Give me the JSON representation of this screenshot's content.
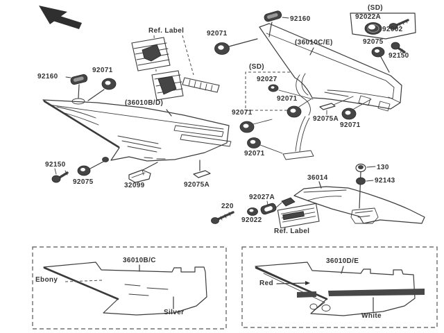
{
  "colors": {
    "paper": "#ffffff",
    "ink": "#3a3a3a",
    "label_text": "#323232",
    "dark_fill": "#454545",
    "stripe": "#474747"
  },
  "diagram": {
    "callouts": [
      {
        "id": "ref-label-top",
        "text": "Ref. Label"
      },
      {
        "id": "92071-top",
        "text": "92071"
      },
      {
        "id": "92160-top",
        "text": "92160"
      },
      {
        "id": "sd-top",
        "text": "(SD)"
      },
      {
        "id": "92022a",
        "text": "92022A"
      },
      {
        "id": "92002",
        "text": "92002"
      },
      {
        "id": "92075-right",
        "text": "92075"
      },
      {
        "id": "92150-right",
        "text": "92150"
      },
      {
        "id": "36010ce",
        "text": "(36010C/E)"
      },
      {
        "id": "sd-mid",
        "text": "(SD)"
      },
      {
        "id": "92027",
        "text": "92027"
      },
      {
        "id": "92160-left",
        "text": "92160"
      },
      {
        "id": "92071-left",
        "text": "92071"
      },
      {
        "id": "36010bd",
        "text": "(36010B/D)"
      },
      {
        "id": "92071-mid",
        "text": "92071"
      },
      {
        "id": "92071-midleft",
        "text": "92071"
      },
      {
        "id": "92075a-mid",
        "text": "92075A"
      },
      {
        "id": "92071-right",
        "text": "92071"
      },
      {
        "id": "92071-bottommid",
        "text": "92071"
      },
      {
        "id": "92150-left",
        "text": "92150"
      },
      {
        "id": "92075-left",
        "text": "92075"
      },
      {
        "id": "32099",
        "text": "32099"
      },
      {
        "id": "92075a-bottom",
        "text": "92075A"
      },
      {
        "id": "130",
        "text": "130"
      },
      {
        "id": "92143",
        "text": "92143"
      },
      {
        "id": "36014",
        "text": "36014"
      },
      {
        "id": "92027a",
        "text": "92027A"
      },
      {
        "id": "220",
        "text": "220"
      },
      {
        "id": "92022",
        "text": "92022"
      },
      {
        "id": "ref-label-bottom",
        "text": "Ref. Label"
      }
    ],
    "variant_boxes": [
      {
        "part_label": "36010B/C",
        "finishes": [
          "Ebony",
          "Silver"
        ]
      },
      {
        "part_label": "36010D/E",
        "finishes": [
          "Red",
          "White"
        ]
      }
    ]
  }
}
